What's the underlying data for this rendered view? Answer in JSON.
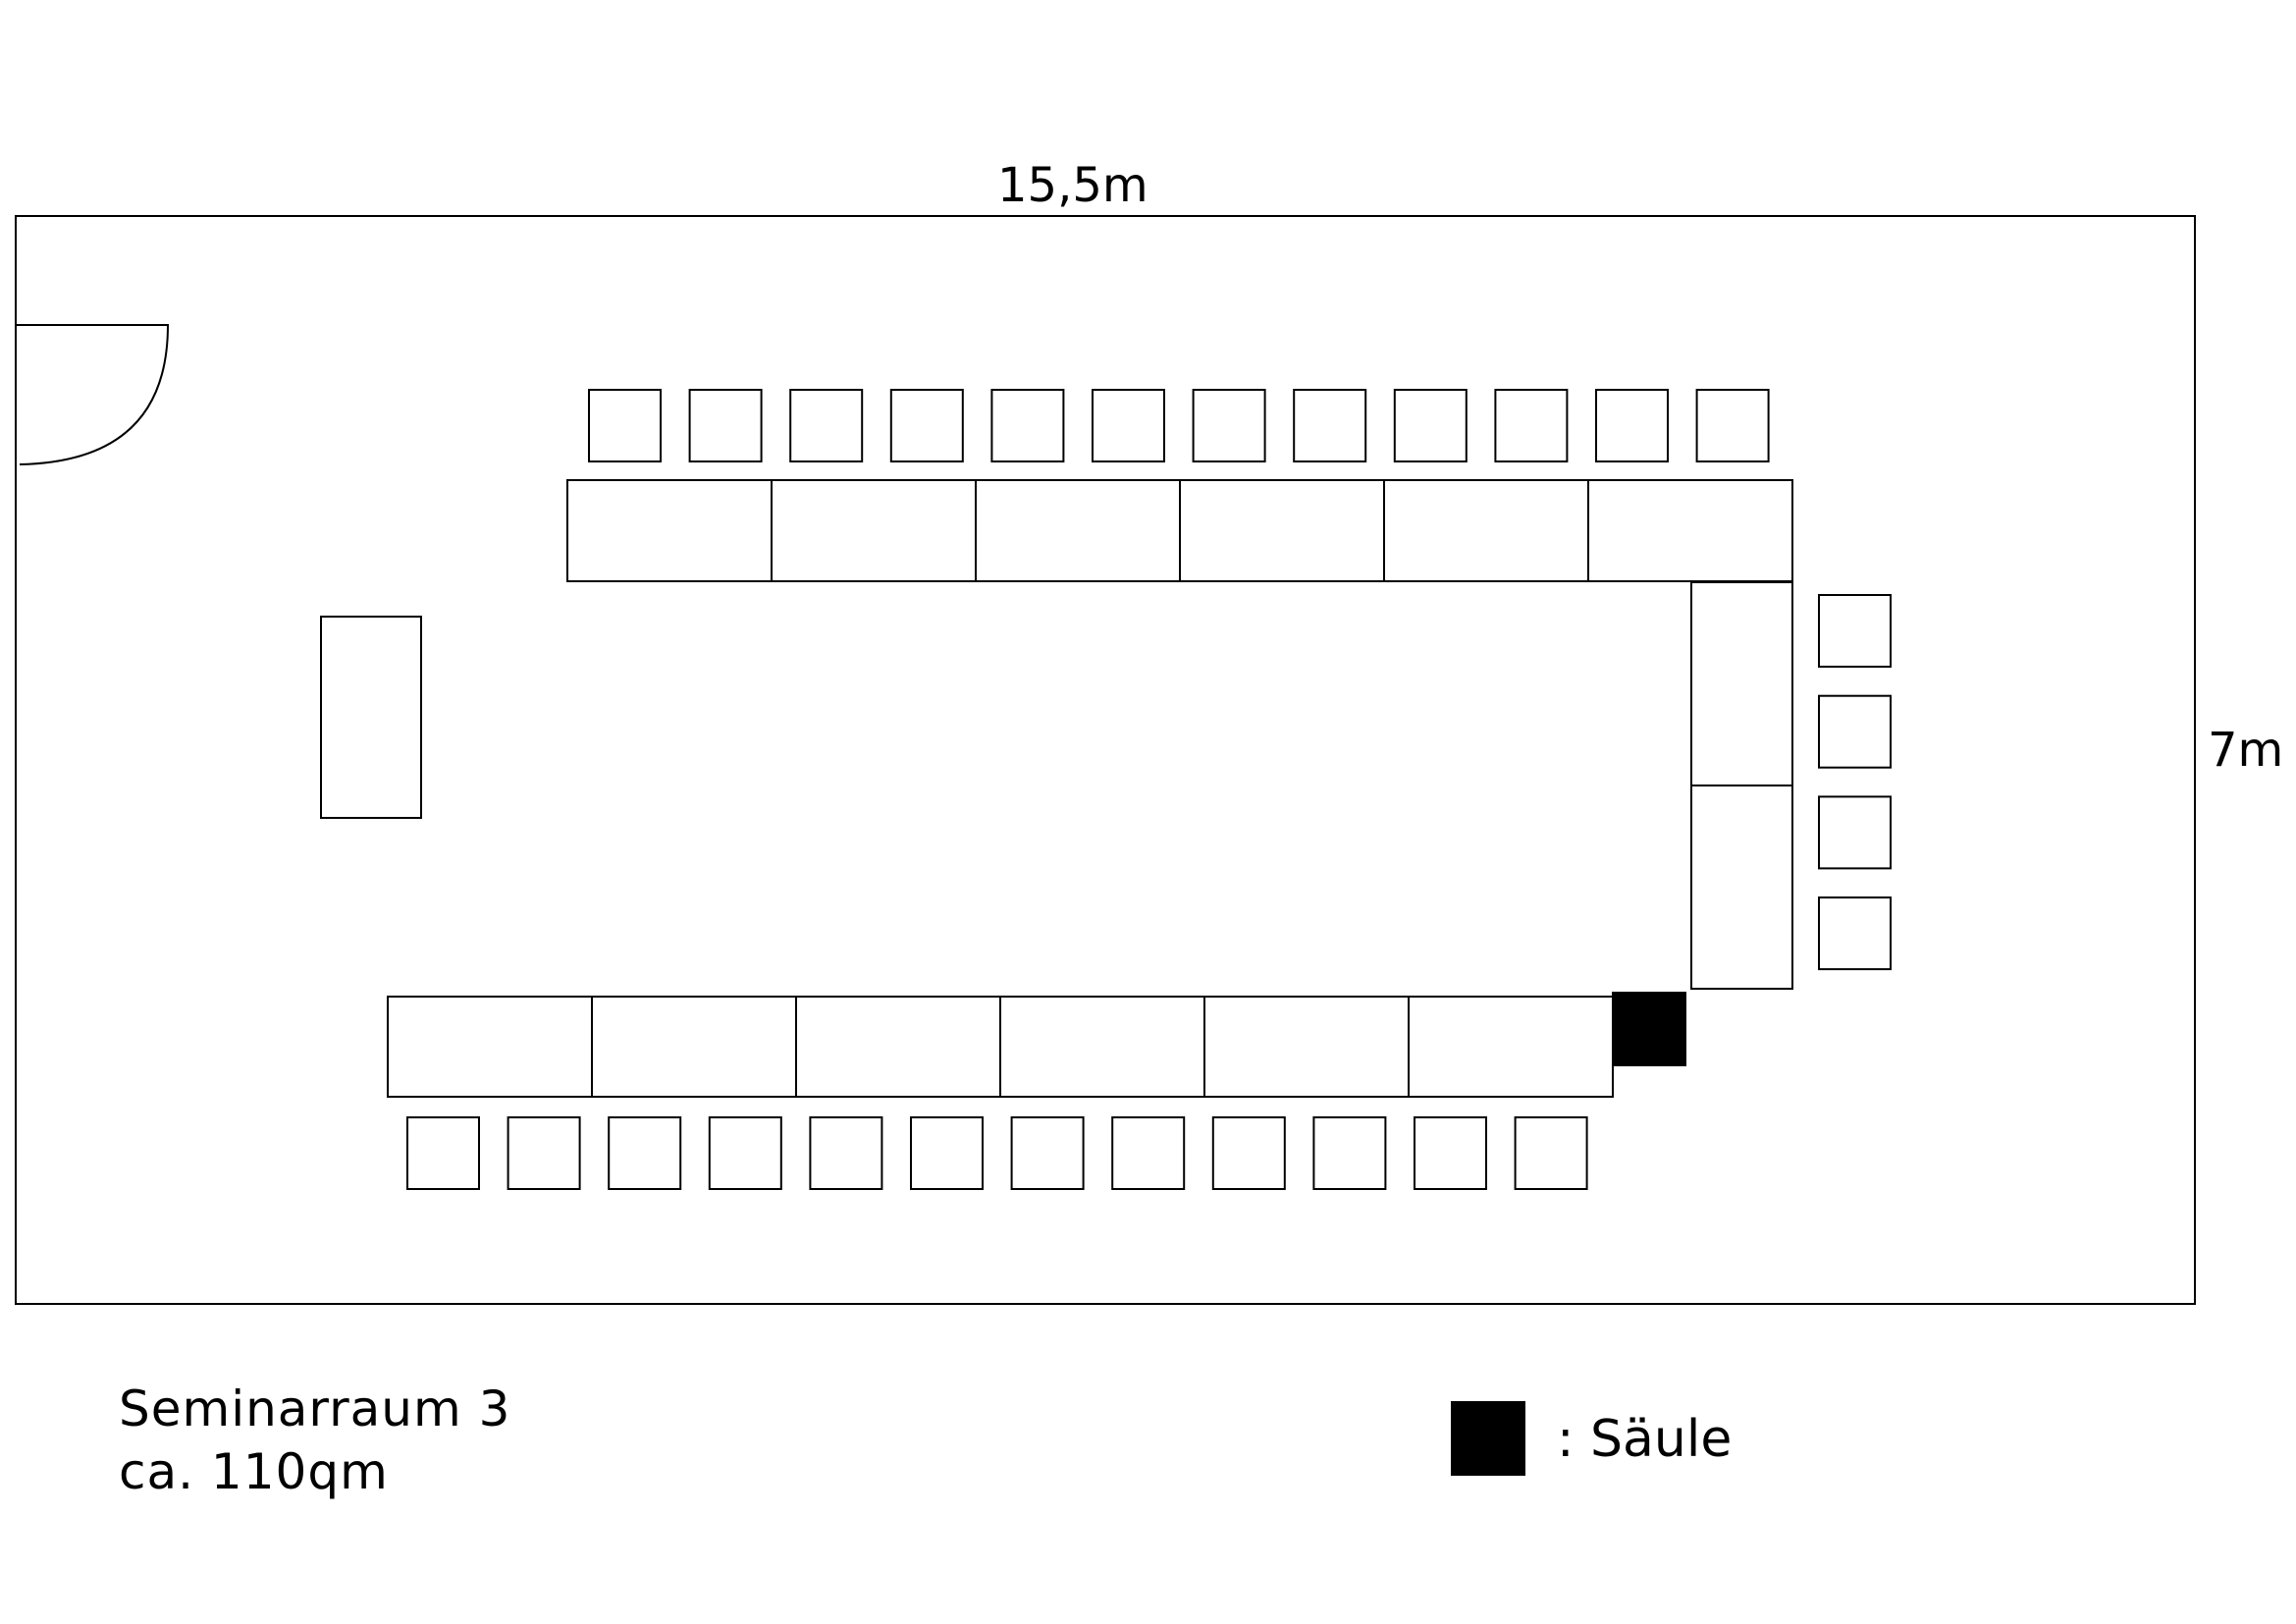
{
  "plan": {
    "width_label": "15,5m",
    "height_label": "7m",
    "room_name": "Seminarraum 3",
    "room_area": "ca. 110qm",
    "legend": {
      "symbol": "Säule",
      "text": ": Säule"
    },
    "counts": {
      "top_chairs": 12,
      "top_tables": 6,
      "right_tables": 2,
      "right_chairs": 4,
      "bottom_tables": 6,
      "bottom_chairs": 12,
      "lectern": 1,
      "column": 1,
      "door": 1
    },
    "colors": {
      "line": "#000000",
      "column_fill": "#000000",
      "background": "#ffffff"
    }
  }
}
